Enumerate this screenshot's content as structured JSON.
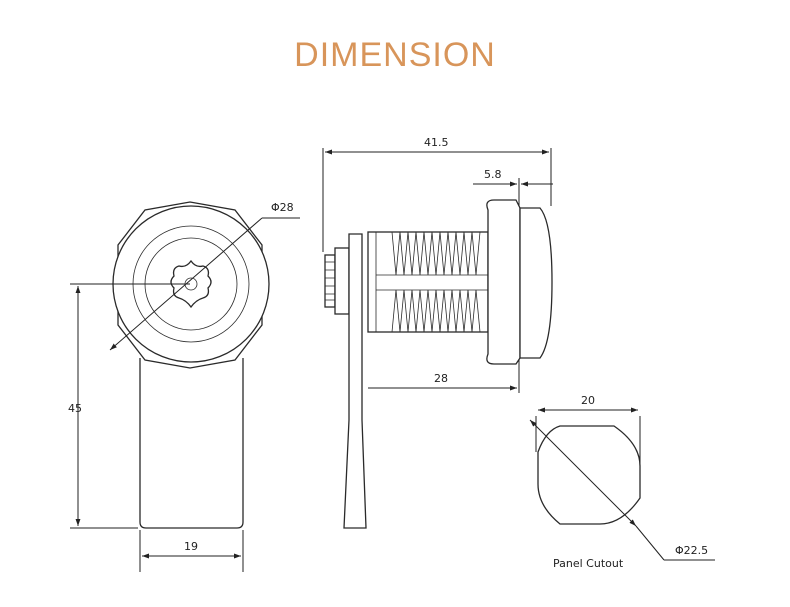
{
  "title": "DIMENSION",
  "dimensions": {
    "body_diameter": "Φ28",
    "height": "45",
    "width_front": "19",
    "total_length": "41.5",
    "head_thickness": "5.8",
    "cylinder_length": "28",
    "cutout_width": "20",
    "cutout_diameter": "Φ22.5"
  },
  "cutout_caption": "Panel Cutout",
  "colors": {
    "title": "#d8955a",
    "lines": "#222222"
  }
}
